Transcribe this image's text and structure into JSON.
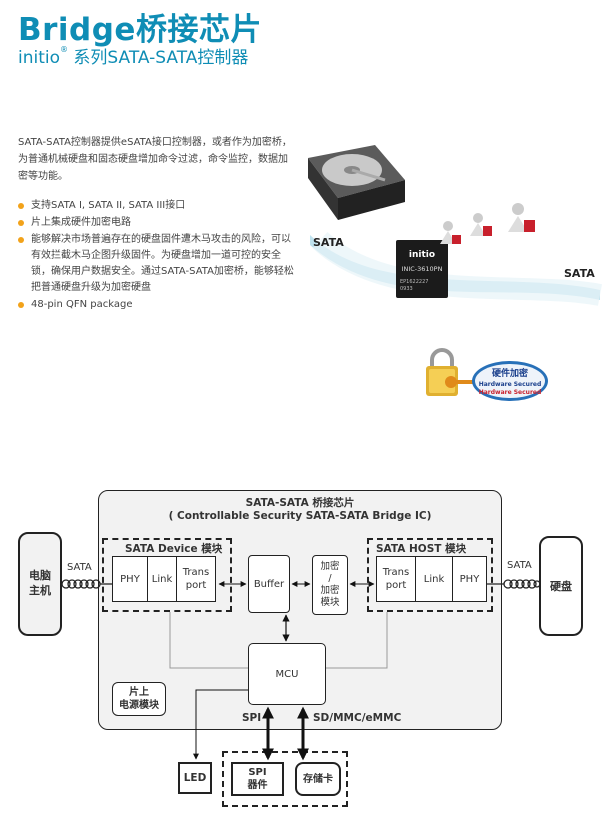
{
  "header": {
    "title": "Bridge桥接芯片",
    "subtitle_brand": "initio",
    "subtitle_reg": "®",
    "subtitle_rest": " 系列SATA-SATA控制器"
  },
  "intro": "SATA-SATA控制器提供eSATA接口控制器，或者作为加密桥，为普通机械硬盘和固态硬盘增加命令过滤，命令监控，数据加密等功能。",
  "features": [
    "支持SATA I, SATA II, SATA III接口",
    "片上集成硬件加密电路",
    "能够解决市场普遍存在的硬盘固件遭木马攻击的风险，可以有效拦截木马企图升级固件。为硬盘增加一道可控的安全锁，确保用户数据安全。通过SATA-SATA加密桥，能够轻松把普通硬盘升级为加密硬盘",
    "48-pin QFN package"
  ],
  "illustration": {
    "sata_left": "SATA",
    "sata_right": "SATA",
    "chip_brand": "initio",
    "chip_model": "INIC-3610PN",
    "chip_code1": "EP1622227",
    "chip_code2": "0933",
    "badge_cn": "硬件加密",
    "badge_en1": "Hardware Secured",
    "badge_en2": "Hardware Secured"
  },
  "diagram": {
    "title": "SATA-SATA 桥接芯片",
    "subtitle": "( Controllable Security SATA-SATA Bridge IC)",
    "host": "电脑\n主机",
    "disk": "硬盘",
    "sata_left": "SATA",
    "sata_right": "SATA",
    "device_module": "SATA Device 模块",
    "host_module": "SATA  HOST 模块",
    "dev_phy": "PHY",
    "dev_link": "Link",
    "dev_transport": "Trans\nport",
    "buffer": "Buffer",
    "crypto": "加密\n/\n加密\n模块",
    "host_transport": "Trans\nport",
    "host_link": "Link",
    "host_phy": "PHY",
    "mcu": "MCU",
    "power": "片上\n电源模块",
    "spi": "SPI",
    "sd": "SD/MMC/eMMC",
    "led": "LED",
    "spi_device": "SPI\n器件",
    "storage_card": "存储卡"
  },
  "colors": {
    "brand": "#0f8db5",
    "bullet": "#f2a21a",
    "board": "#f2f2f2"
  }
}
